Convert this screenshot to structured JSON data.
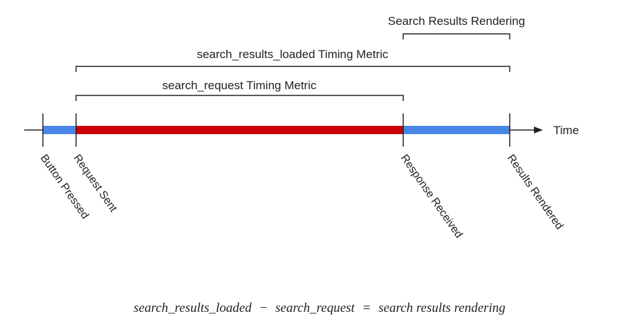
{
  "diagram": {
    "axis_label": "Time",
    "brackets": [
      {
        "label": "Search Results Rendering",
        "from": "response_received",
        "to": "results_rendered"
      },
      {
        "label": "search_results_loaded Timing Metric",
        "from": "request_sent",
        "to": "results_rendered"
      },
      {
        "label": "search_request Timing Metric",
        "from": "request_sent",
        "to": "response_received"
      }
    ],
    "events": [
      {
        "id": "button_pressed",
        "label": "Button Pressed"
      },
      {
        "id": "request_sent",
        "label": "Request Sent"
      },
      {
        "id": "response_received",
        "label": "Response Received"
      },
      {
        "id": "results_rendered",
        "label": "Results Rendered"
      }
    ],
    "segments": [
      {
        "from": "button_pressed",
        "to": "request_sent",
        "color": "#4a86e8"
      },
      {
        "from": "request_sent",
        "to": "response_received",
        "color": "#cc0000"
      },
      {
        "from": "response_received",
        "to": "results_rendered",
        "color": "#4a86e8"
      }
    ],
    "formula": {
      "term1": "search_results_loaded",
      "minus": "−",
      "term2": "search_request",
      "equals": "=",
      "result": "search results rendering"
    }
  }
}
